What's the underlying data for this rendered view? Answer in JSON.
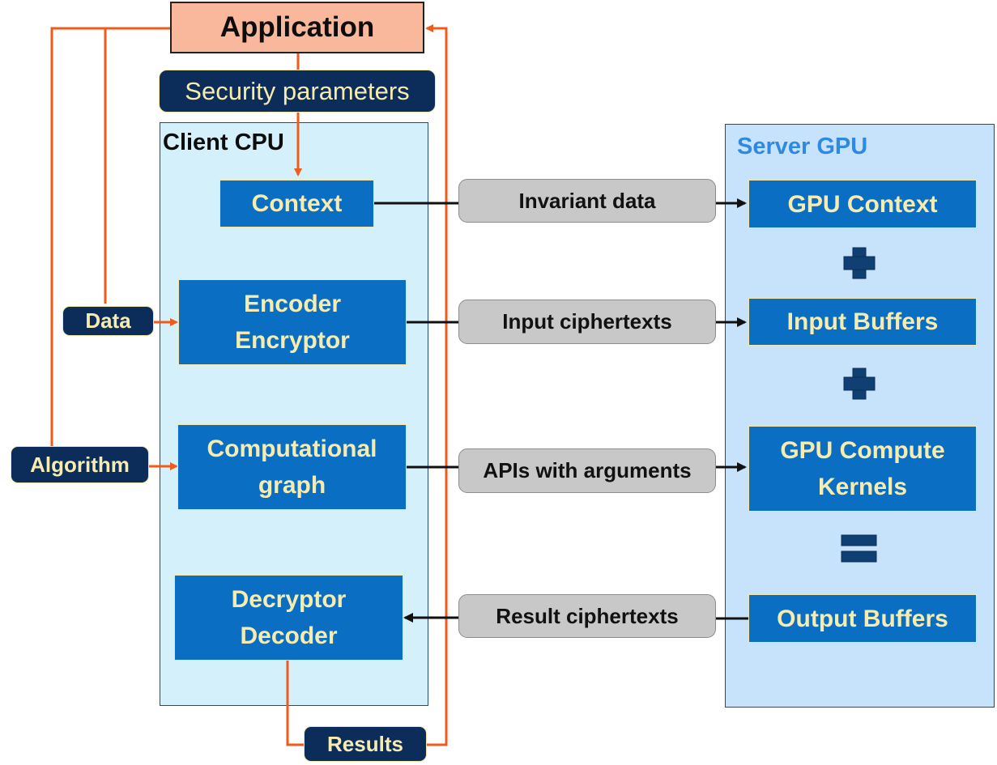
{
  "application": "Application",
  "security_parameters": "Security parameters",
  "client": {
    "title": "Client CPU",
    "context": "Context",
    "encoder": "Encoder\nEncryptor",
    "graph": "Computational\ngraph",
    "decryptor": "Decryptor\nDecoder"
  },
  "server": {
    "title": "Server GPU",
    "gpu_context": "GPU Context",
    "input_buffers": "Input Buffers",
    "kernels": "GPU Compute\nKernels",
    "output_buffers": "Output Buffers"
  },
  "links": {
    "invariant": "Invariant data",
    "input_ct": "Input ciphertexts",
    "apis": "APIs with arguments",
    "result_ct": "Result ciphertexts"
  },
  "inputs": {
    "data": "Data",
    "algorithm": "Algorithm",
    "results": "Results"
  },
  "colors": {
    "client_bg": "#d4f1fb",
    "server_bg": "#c6e3fb",
    "box_blue": "#0a6fc2",
    "text_yellow": "#f7ecb0",
    "pill_navy": "#0c2d5a",
    "app_salmon": "#f9b79b",
    "arrow_orange": "#f05a1a",
    "server_title_blue": "#2f89e3"
  }
}
